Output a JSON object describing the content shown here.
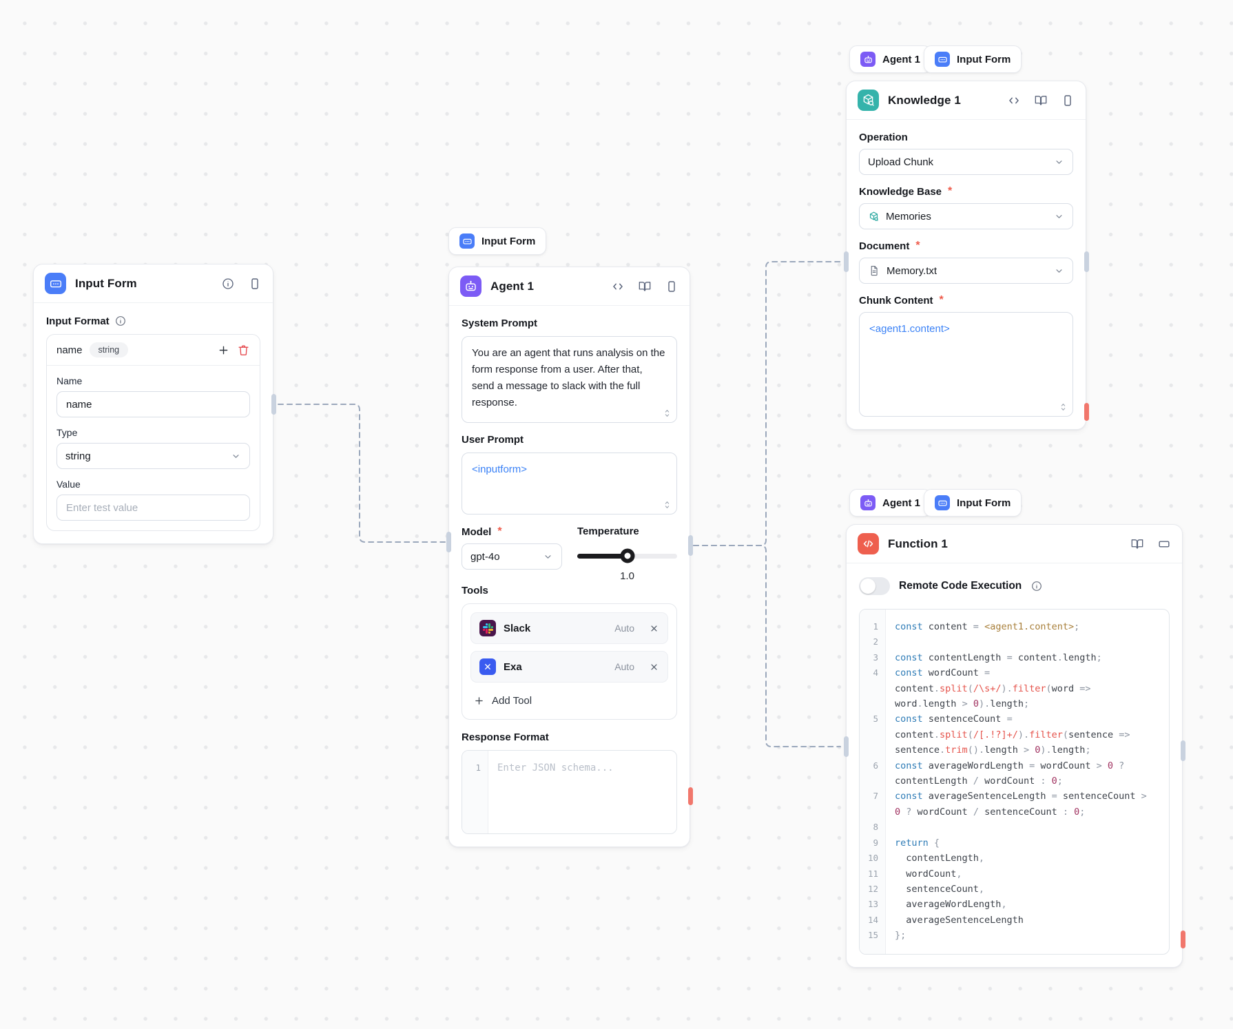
{
  "chips": {
    "agent": "Agent 1",
    "input_form": "Input Form"
  },
  "ui": {
    "required": "*"
  },
  "input_form_node": {
    "title": "Input Form",
    "section_label": "Input Format",
    "field_name": "name",
    "field_type_badge": "string",
    "name_label": "Name",
    "name_value": "name",
    "type_label": "Type",
    "type_value": "string",
    "value_label": "Value",
    "value_placeholder": "Enter test value"
  },
  "agent_node": {
    "title": "Agent 1",
    "system_prompt_label": "System Prompt",
    "system_prompt": "You are an agent that runs analysis on the form response from a user. After that, send a message to slack with the full response.",
    "user_prompt_label": "User Prompt",
    "user_prompt": "<inputform>",
    "model_label": "Model",
    "model_value": "gpt-4o",
    "temperature_label": "Temperature",
    "temperature_value": "1.0",
    "tools_label": "Tools",
    "tools": [
      {
        "name": "Slack",
        "mode": "Auto"
      },
      {
        "name": "Exa",
        "mode": "Auto"
      }
    ],
    "add_tool_label": "Add Tool",
    "response_format_label": "Response Format",
    "response_format_line": "1",
    "response_format_placeholder": "Enter JSON schema..."
  },
  "knowledge_node": {
    "title": "Knowledge 1",
    "operation_label": "Operation",
    "operation_value": "Upload Chunk",
    "knowledge_base_label": "Knowledge Base",
    "knowledge_base_value": "Memories",
    "document_label": "Document",
    "document_value": "Memory.txt",
    "chunk_content_label": "Chunk Content",
    "chunk_content_value": "<agent1.content>"
  },
  "function_node": {
    "title": "Function 1",
    "rce_label": "Remote Code Execution",
    "code_rows": [
      {
        "n": "1",
        "t": [
          [
            "k",
            "const"
          ],
          [
            "p",
            " content "
          ],
          [
            "o",
            "= "
          ],
          [
            "t",
            "<agent1.content>"
          ],
          [
            "o",
            ";"
          ]
        ]
      },
      {
        "n": "2",
        "t": []
      },
      {
        "n": "3",
        "t": [
          [
            "k",
            "const"
          ],
          [
            "p",
            " contentLength "
          ],
          [
            "o",
            "= "
          ],
          [
            "p",
            "content"
          ],
          [
            "o",
            "."
          ],
          [
            "p",
            "length"
          ],
          [
            "o",
            ";"
          ]
        ]
      },
      {
        "n": "4",
        "t": [
          [
            "k",
            "const"
          ],
          [
            "p",
            " wordCount "
          ],
          [
            "o",
            "="
          ]
        ]
      },
      {
        "n": "",
        "t": [
          [
            "p",
            "content"
          ],
          [
            "o",
            "."
          ],
          [
            "f",
            "split"
          ],
          [
            "o",
            "("
          ],
          [
            "r",
            "/\\s+/"
          ],
          [
            "o",
            ")."
          ],
          [
            "f",
            "filter"
          ],
          [
            "o",
            "("
          ],
          [
            "p",
            "word "
          ],
          [
            "o",
            "=>"
          ]
        ]
      },
      {
        "n": "",
        "t": [
          [
            "p",
            "word"
          ],
          [
            "o",
            "."
          ],
          [
            "p",
            "length "
          ],
          [
            "o",
            "> "
          ],
          [
            "n",
            "0"
          ],
          [
            "o",
            ")."
          ],
          [
            "p",
            "length"
          ],
          [
            "o",
            ";"
          ]
        ]
      },
      {
        "n": "5",
        "t": [
          [
            "k",
            "const"
          ],
          [
            "p",
            " sentenceCount "
          ],
          [
            "o",
            "="
          ]
        ]
      },
      {
        "n": "",
        "t": [
          [
            "p",
            "content"
          ],
          [
            "o",
            "."
          ],
          [
            "f",
            "split"
          ],
          [
            "o",
            "("
          ],
          [
            "r",
            "/[.!?]+/"
          ],
          [
            "o",
            ")."
          ],
          [
            "f",
            "filter"
          ],
          [
            "o",
            "("
          ],
          [
            "p",
            "sentence "
          ],
          [
            "o",
            "=>"
          ]
        ]
      },
      {
        "n": "",
        "t": [
          [
            "p",
            "sentence"
          ],
          [
            "o",
            "."
          ],
          [
            "f",
            "trim"
          ],
          [
            "o",
            "()."
          ],
          [
            "p",
            "length "
          ],
          [
            "o",
            "> "
          ],
          [
            "n",
            "0"
          ],
          [
            "o",
            ")."
          ],
          [
            "p",
            "length"
          ],
          [
            "o",
            ";"
          ]
        ]
      },
      {
        "n": "6",
        "t": [
          [
            "k",
            "const"
          ],
          [
            "p",
            " averageWordLength "
          ],
          [
            "o",
            "= "
          ],
          [
            "p",
            "wordCount "
          ],
          [
            "o",
            "> "
          ],
          [
            "n",
            "0"
          ],
          [
            "o",
            " ?"
          ]
        ]
      },
      {
        "n": "",
        "t": [
          [
            "p",
            "contentLength "
          ],
          [
            "o",
            "/ "
          ],
          [
            "p",
            "wordCount "
          ],
          [
            "o",
            ": "
          ],
          [
            "n",
            "0"
          ],
          [
            "o",
            ";"
          ]
        ]
      },
      {
        "n": "7",
        "t": [
          [
            "k",
            "const"
          ],
          [
            "p",
            " averageSentenceLength "
          ],
          [
            "o",
            "= "
          ],
          [
            "p",
            "sentenceCount "
          ],
          [
            "o",
            ">"
          ]
        ]
      },
      {
        "n": "",
        "t": [
          [
            "n",
            "0"
          ],
          [
            "o",
            " ? "
          ],
          [
            "p",
            "wordCount "
          ],
          [
            "o",
            "/ "
          ],
          [
            "p",
            "sentenceCount "
          ],
          [
            "o",
            ": "
          ],
          [
            "n",
            "0"
          ],
          [
            "o",
            ";"
          ]
        ]
      },
      {
        "n": "8",
        "t": []
      },
      {
        "n": "9",
        "t": [
          [
            "k",
            "return "
          ],
          [
            "o",
            "{"
          ]
        ]
      },
      {
        "n": "10",
        "t": [
          [
            "p",
            "  contentLength"
          ],
          [
            "o",
            ","
          ]
        ]
      },
      {
        "n": "11",
        "t": [
          [
            "p",
            "  wordCount"
          ],
          [
            "o",
            ","
          ]
        ]
      },
      {
        "n": "12",
        "t": [
          [
            "p",
            "  sentenceCount"
          ],
          [
            "o",
            ","
          ]
        ]
      },
      {
        "n": "13",
        "t": [
          [
            "p",
            "  averageWordLength"
          ],
          [
            "o",
            ","
          ]
        ]
      },
      {
        "n": "14",
        "t": [
          [
            "p",
            "  averageSentenceLength"
          ]
        ]
      },
      {
        "n": "15",
        "t": [
          [
            "o",
            "};"
          ]
        ]
      }
    ]
  },
  "colors": {
    "input_form_blue": "#4a7df8",
    "agent_purple": "#7c5bf5",
    "knowledge_teal": "#35b3ab",
    "function_red": "#ee5f4e",
    "wire": "#9aa7bb",
    "handle": "#c9d2df",
    "error_pill": "#f1776c",
    "template_blue": "#3b82f6"
  }
}
